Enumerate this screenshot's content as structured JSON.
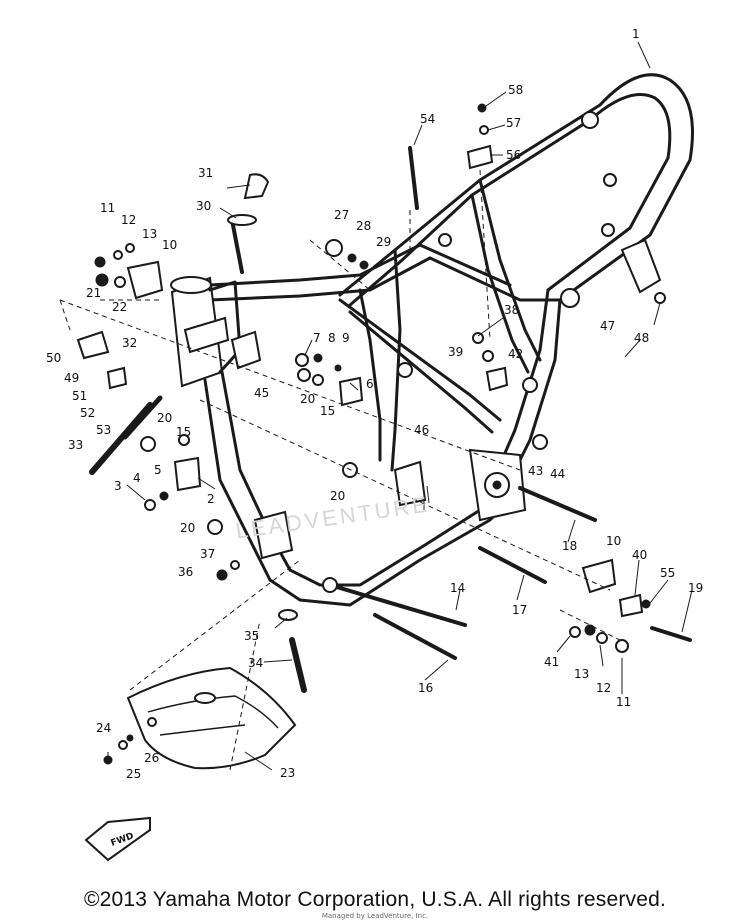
{
  "callouts": [
    {
      "id": "c1",
      "label": "1"
    },
    {
      "id": "c2",
      "label": "2"
    },
    {
      "id": "c3",
      "label": "3"
    },
    {
      "id": "c4",
      "label": "4"
    },
    {
      "id": "c5",
      "label": "5"
    },
    {
      "id": "c6",
      "label": "6"
    },
    {
      "id": "c7",
      "label": "7"
    },
    {
      "id": "c8",
      "label": "8"
    },
    {
      "id": "c9",
      "label": "9"
    },
    {
      "id": "c10a",
      "label": "10"
    },
    {
      "id": "c10b",
      "label": "10"
    },
    {
      "id": "c11a",
      "label": "11"
    },
    {
      "id": "c11b",
      "label": "11"
    },
    {
      "id": "c12a",
      "label": "12"
    },
    {
      "id": "c12b",
      "label": "12"
    },
    {
      "id": "c13a",
      "label": "13"
    },
    {
      "id": "c13b",
      "label": "13"
    },
    {
      "id": "c14",
      "label": "14"
    },
    {
      "id": "c15a",
      "label": "15"
    },
    {
      "id": "c15b",
      "label": "15"
    },
    {
      "id": "c16",
      "label": "16"
    },
    {
      "id": "c17",
      "label": "17"
    },
    {
      "id": "c18",
      "label": "18"
    },
    {
      "id": "c19",
      "label": "19"
    },
    {
      "id": "c20a",
      "label": "20"
    },
    {
      "id": "c20b",
      "label": "20"
    },
    {
      "id": "c20c",
      "label": "20"
    },
    {
      "id": "c20d",
      "label": "20"
    },
    {
      "id": "c21",
      "label": "21"
    },
    {
      "id": "c22",
      "label": "22"
    },
    {
      "id": "c23",
      "label": "23"
    },
    {
      "id": "c24",
      "label": "24"
    },
    {
      "id": "c25",
      "label": "25"
    },
    {
      "id": "c26",
      "label": "26"
    },
    {
      "id": "c27",
      "label": "27"
    },
    {
      "id": "c28",
      "label": "28"
    },
    {
      "id": "c29",
      "label": "29"
    },
    {
      "id": "c30",
      "label": "30"
    },
    {
      "id": "c31",
      "label": "31"
    },
    {
      "id": "c32",
      "label": "32"
    },
    {
      "id": "c33",
      "label": "33"
    },
    {
      "id": "c34",
      "label": "34"
    },
    {
      "id": "c35",
      "label": "35"
    },
    {
      "id": "c36",
      "label": "36"
    },
    {
      "id": "c37",
      "label": "37"
    },
    {
      "id": "c38",
      "label": "38"
    },
    {
      "id": "c39",
      "label": "39"
    },
    {
      "id": "c40",
      "label": "40"
    },
    {
      "id": "c41",
      "label": "41"
    },
    {
      "id": "c42",
      "label": "42"
    },
    {
      "id": "c43",
      "label": "43"
    },
    {
      "id": "c44",
      "label": "44"
    },
    {
      "id": "c45",
      "label": "45"
    },
    {
      "id": "c46",
      "label": "46"
    },
    {
      "id": "c47",
      "label": "47"
    },
    {
      "id": "c48",
      "label": "48"
    },
    {
      "id": "c49",
      "label": "49"
    },
    {
      "id": "c50",
      "label": "50"
    },
    {
      "id": "c51",
      "label": "51"
    },
    {
      "id": "c52",
      "label": "52"
    },
    {
      "id": "c53",
      "label": "53"
    },
    {
      "id": "c54",
      "label": "54"
    },
    {
      "id": "c55",
      "label": "55"
    },
    {
      "id": "c56",
      "label": "56"
    },
    {
      "id": "c57",
      "label": "57"
    },
    {
      "id": "c58",
      "label": "58"
    }
  ],
  "fwd_label": "FWD",
  "watermark": "LEADVENTURE",
  "copyright": "©2013 Yamaha Motor Corporation, U.S.A. All rights reserved.",
  "provider_note": "Managed by LeadVenture, Inc."
}
